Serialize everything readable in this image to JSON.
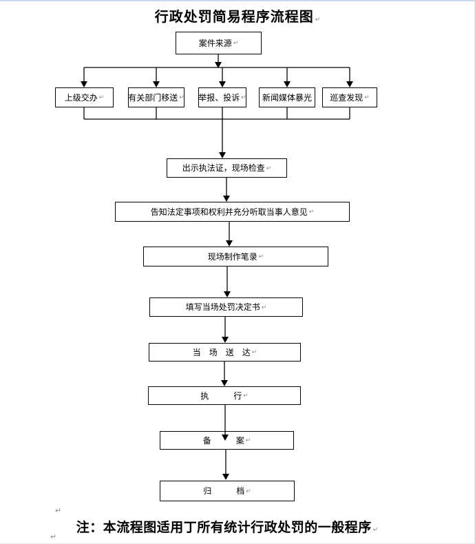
{
  "meta": {
    "paragraph_mark": "↵"
  },
  "page": {
    "title": "行政处罚简易程序流程图",
    "footnote": "注：本流程图适用丁所有统计行政处罚的一般程序"
  },
  "flowchart": {
    "case_source": "案件来源",
    "channels": [
      "上级交办",
      "有关部门移送",
      "举报、投诉",
      "新闻媒体暴光",
      "巡查发现"
    ],
    "steps": [
      "出示执法证，现场检查",
      "告知法定事项和权利并充分听取当事人意见",
      "现场制作笔录",
      "填写当场处罚决定书",
      "当　场　送　达",
      "执　　　行",
      "备　　　案",
      "归　　　档"
    ]
  }
}
